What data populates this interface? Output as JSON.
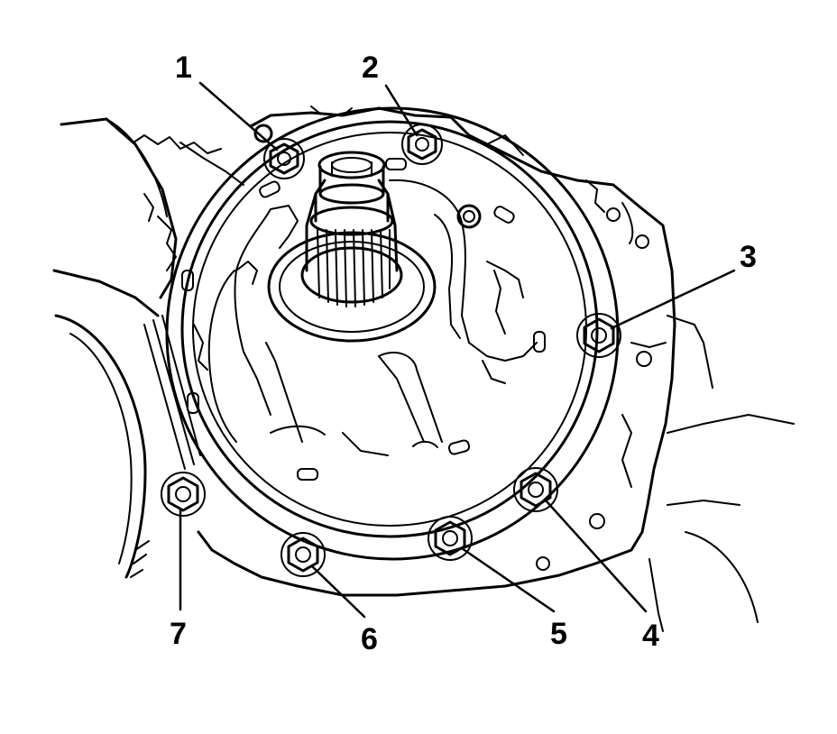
{
  "diagram": {
    "ink_color": "#000000",
    "background_color": "#ffffff",
    "callouts": [
      {
        "label": "1"
      },
      {
        "label": "2"
      },
      {
        "label": "3"
      },
      {
        "label": "4"
      },
      {
        "label": "5"
      },
      {
        "label": "6"
      },
      {
        "label": "7"
      }
    ]
  }
}
